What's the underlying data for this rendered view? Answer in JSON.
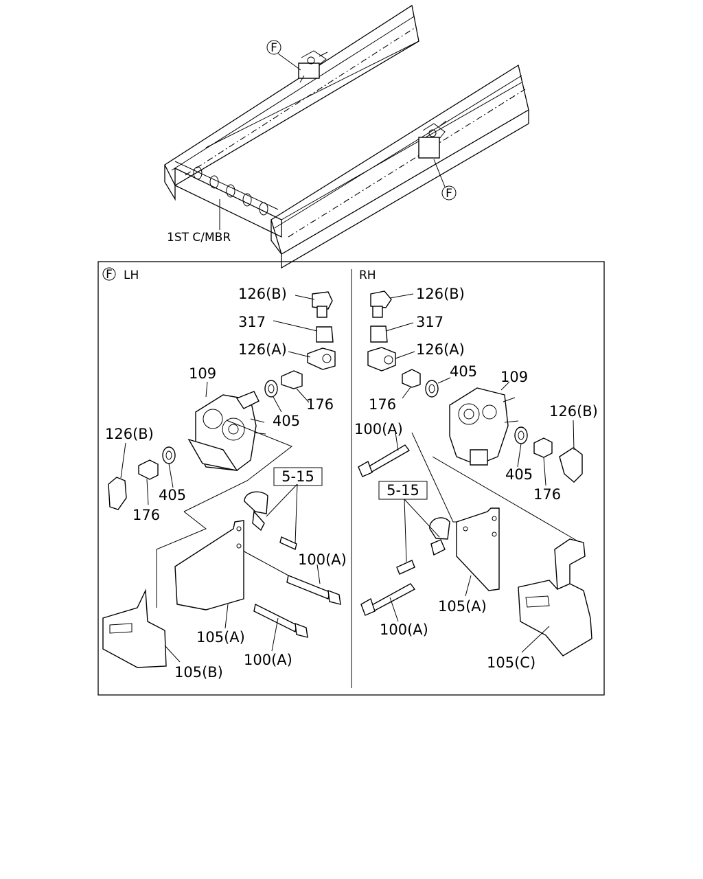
{
  "view": {
    "frame_callouts": [
      "F",
      "F"
    ],
    "frame_label": "1ST C/MBR"
  },
  "detail_box": {
    "callout": "F",
    "lh": {
      "title": "LH",
      "ref_box": "5-15",
      "labels": [
        "126(B)",
        "317",
        "126(A)",
        "109",
        "405",
        "176",
        "126(B)",
        "176",
        "405",
        "100(A)",
        "105(A)",
        "100(A)",
        "105(B)"
      ]
    },
    "rh": {
      "title": "RH",
      "ref_box": "5-15",
      "labels": [
        "126(B)",
        "317",
        "126(A)",
        "405",
        "109",
        "176",
        "100(A)",
        "126(B)",
        "405",
        "176",
        "105(A)",
        "100(A)",
        "105(C)"
      ]
    }
  }
}
